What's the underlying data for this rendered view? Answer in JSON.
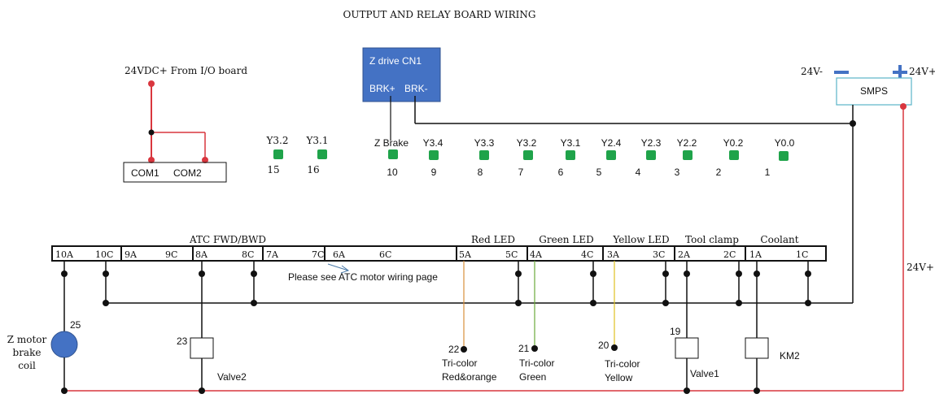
{
  "title": "OUTPUT AND RELAY BOARD WIRING",
  "source_label": "24VDC+ From I/O board",
  "com_labels": [
    "COM1",
    "COM2"
  ],
  "z_drive": {
    "title": "Z drive CN1",
    "brk_plus": "BRK+",
    "brk_minus": "BRK-"
  },
  "smps": {
    "label": "SMPS",
    "minus": "24V-",
    "plus": "24V+",
    "rail_label": "24V+"
  },
  "outputs": [
    {
      "name": "Y3.2",
      "num": "15"
    },
    {
      "name": "Y3.1",
      "num": "16"
    },
    {
      "name": "Z Brake",
      "num": "10"
    },
    {
      "name": "Y3.4",
      "num": "9"
    },
    {
      "name": "Y3.3",
      "num": "8"
    },
    {
      "name": "Y3.2",
      "num": "7"
    },
    {
      "name": "Y3.1",
      "num": "6"
    },
    {
      "name": "Y2.4",
      "num": "5"
    },
    {
      "name": "Y2.3",
      "num": "4"
    },
    {
      "name": "Y2.2",
      "num": "3"
    },
    {
      "name": "Y0.2",
      "num": "2"
    },
    {
      "name": "Y0.0",
      "num": "1"
    }
  ],
  "group_labels": [
    "ATC FWD/BWD",
    "Red LED",
    "Green LED",
    "Yellow LED",
    "Tool clamp",
    "Coolant"
  ],
  "terminals": [
    "10A",
    "10C",
    "9A",
    "9C",
    "8A",
    "8C",
    "7A",
    "7C",
    "6A",
    "6C",
    "5A",
    "5C",
    "4A",
    "4C",
    "3A",
    "3C",
    "2A",
    "2C",
    "1A",
    "1C"
  ],
  "note": "Please see ATC motor wiring page",
  "loads": {
    "z_coil": {
      "num": "25",
      "label": [
        "Z motor",
        "brake",
        "coil"
      ]
    },
    "valve2": {
      "num": "23",
      "label": "Valve2"
    },
    "red": {
      "num": "22",
      "label": [
        "Tri-color",
        "Red&orange"
      ]
    },
    "green": {
      "num": "21",
      "label": [
        "Tri-color",
        "Green"
      ]
    },
    "yellow": {
      "num": "20",
      "label": [
        "Tri-color",
        "Yellow"
      ]
    },
    "valve1": {
      "num": "19",
      "label": "Valve1"
    },
    "km2": {
      "label": "KM2"
    }
  },
  "colors": {
    "red_wire": "#d9363e",
    "led_green": "#1fa34a",
    "zdrive_blue": "#4472c4",
    "orange_wire": "#d9903a",
    "green_wire": "#6aaa3a",
    "yellow_wire": "#e0c020",
    "note_arrow": "#4a7aa8",
    "smps_border": "#5bb3c8"
  }
}
